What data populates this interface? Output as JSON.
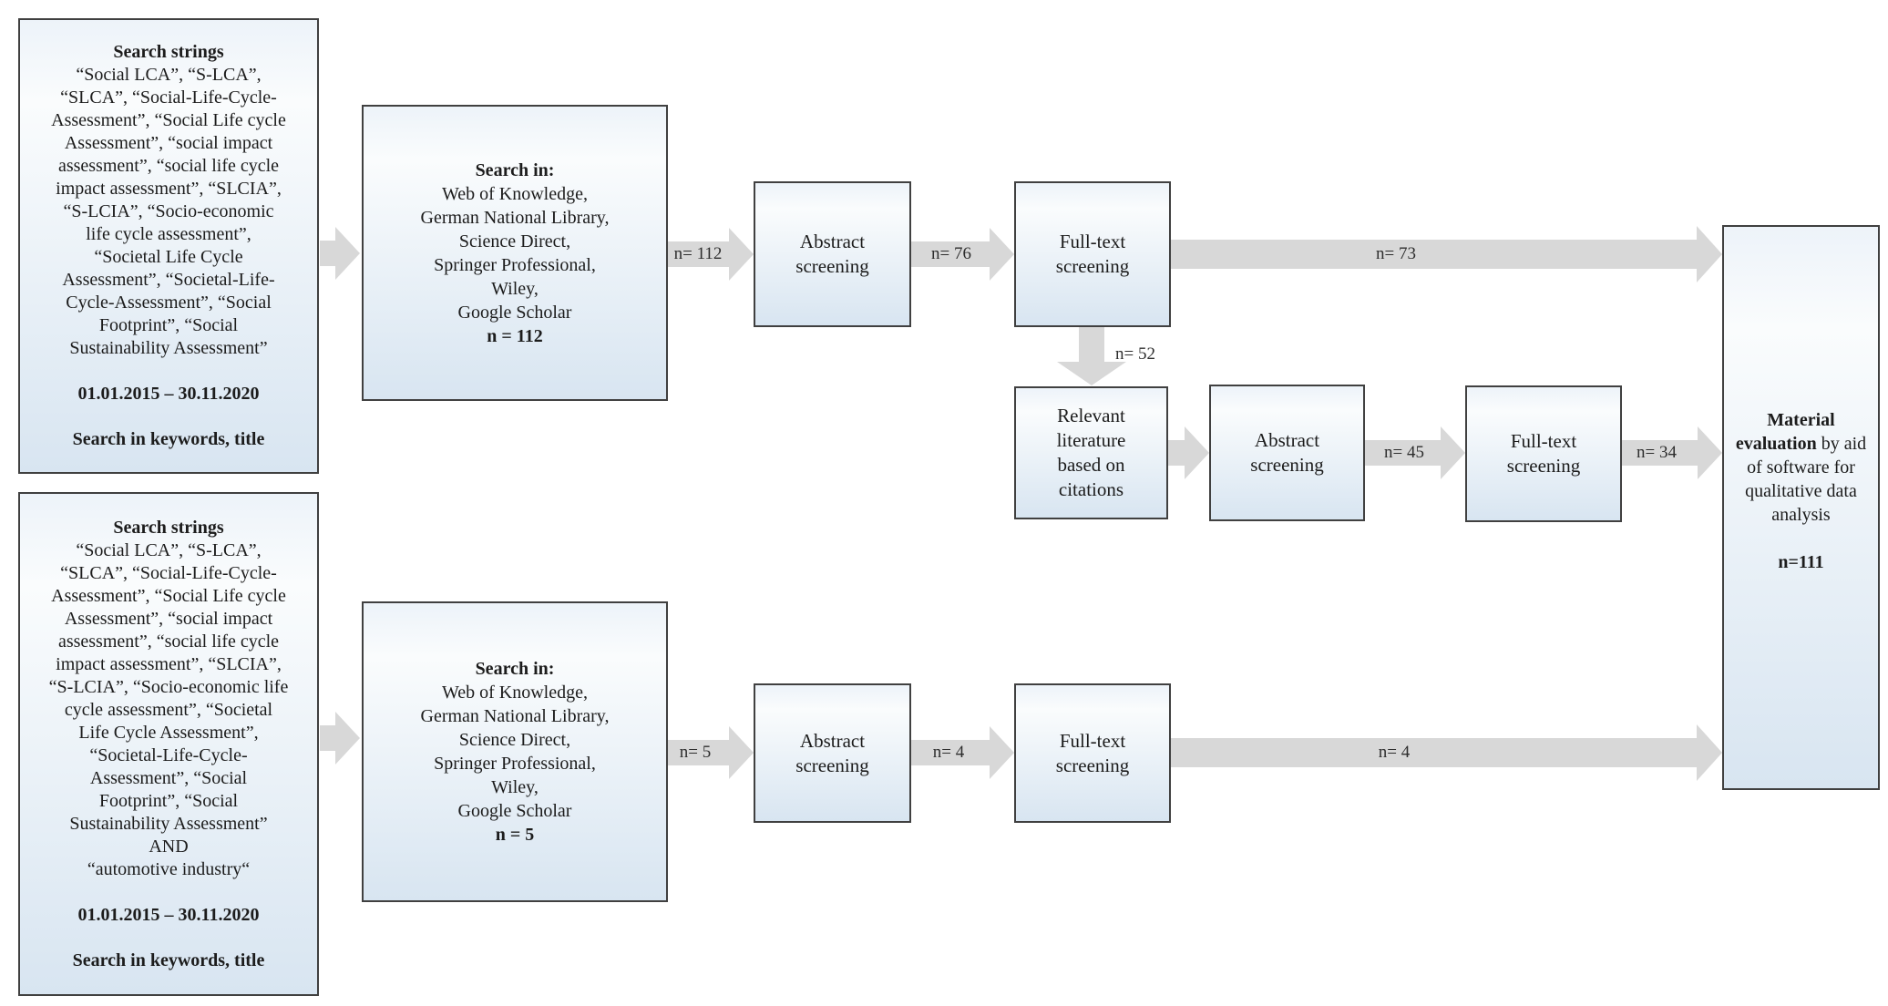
{
  "colors": {
    "box_border": "#404040",
    "box_fill_top": "#edf3f9",
    "box_fill_bottom": "#d8e5f1",
    "arrow_fill": "#d8d8d8"
  },
  "top_flow": {
    "search_box": {
      "title": "Search strings",
      "terms": [
        "“Social LCA”, “S-LCA”,",
        "“SLCA”, “Social-Life-Cycle-",
        "Assessment”, “Social Life cycle",
        "Assessment”, “social impact",
        "assessment”, “social life cycle",
        "impact assessment”, “SLCIA”,",
        "“S-LCIA”, “Socio-economic",
        "life cycle assessment”,",
        "“Societal Life Cycle",
        "Assessment”, “Societal-Life-",
        "Cycle-Assessment”, “Social",
        "Footprint”, “Social",
        "Sustainability Assessment”"
      ],
      "date": "01.01.2015 – 30.11.2020",
      "scope": "Search in keywords, title"
    },
    "database_box": {
      "title": "Search in:",
      "sources": [
        "Web of Knowledge,",
        "German National Library,",
        "Science Direct,",
        "Springer Professional,",
        "Wiley,",
        "Google Scholar"
      ],
      "count": "n = 112"
    },
    "abstract_box": [
      "Abstract",
      "screening"
    ],
    "fulltext_box": [
      "Full-text",
      "screening"
    ],
    "arrow_labels": {
      "db_to_abstract": "n= 112",
      "abstract_to_fulltext": "n= 76",
      "fulltext_to_material": "n= 73",
      "fulltext_to_citations": "n= 52"
    }
  },
  "citation_flow": {
    "relevant_box": [
      "Relevant",
      "literature",
      "based on",
      "citations"
    ],
    "abstract_box": [
      "Abstract",
      "screening"
    ],
    "fulltext_box": [
      "Full-text",
      "screening"
    ],
    "arrow_labels": {
      "abstract_to_fulltext": "n= 45",
      "fulltext_to_material": "n= 34"
    }
  },
  "bottom_flow": {
    "search_box": {
      "title": "Search strings",
      "terms": [
        "“Social LCA”, “S-LCA”,",
        "“SLCA”, “Social-Life-Cycle-",
        "Assessment”, “Social Life cycle",
        "Assessment”, “social impact",
        "assessment”, “social life cycle",
        "impact assessment”, “SLCIA”,",
        "“S-LCIA”, “Socio-economic life",
        "cycle assessment”, “Societal",
        "Life Cycle Assessment”,",
        "“Societal-Life-Cycle-",
        "Assessment”, “Social",
        "Footprint”, “Social",
        "Sustainability Assessment”",
        "AND",
        "“automotive industry“"
      ],
      "date": "01.01.2015 – 30.11.2020",
      "scope": "Search in keywords, title"
    },
    "database_box": {
      "title": "Search in:",
      "sources": [
        "Web of Knowledge,",
        "German National Library,",
        "Science Direct,",
        "Springer Professional,",
        "Wiley,",
        "Google Scholar"
      ],
      "count": "n = 5"
    },
    "abstract_box": [
      "Abstract",
      "screening"
    ],
    "fulltext_box": [
      "Full-text",
      "screening"
    ],
    "arrow_labels": {
      "db_to_abstract": "n= 5",
      "abstract_to_fulltext": "n= 4",
      "fulltext_to_material": "n= 4"
    }
  },
  "material_box": {
    "title_bold": "Material evaluation",
    "rest": " by aid of software for qualitative data analysis",
    "count": "n=111"
  }
}
